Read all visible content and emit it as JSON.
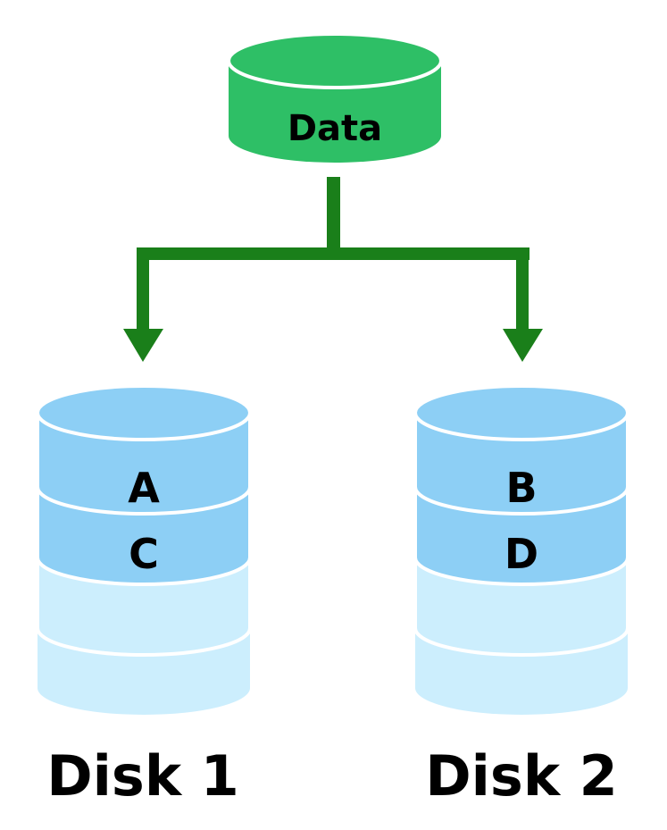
{
  "source": {
    "label": "Data",
    "color": "#2ebf66"
  },
  "arrow_color": "#1a7f1a",
  "disks": [
    {
      "name": "Disk 1",
      "segments": [
        {
          "label": "A",
          "color": "#8dcff5"
        },
        {
          "label": "C",
          "color": "#8dcff5"
        },
        {
          "label": "",
          "color": "#cceefd"
        },
        {
          "label": "",
          "color": "#cceefd"
        }
      ]
    },
    {
      "name": "Disk 2",
      "segments": [
        {
          "label": "B",
          "color": "#8dcff5"
        },
        {
          "label": "D",
          "color": "#8dcff5"
        },
        {
          "label": "",
          "color": "#cceefd"
        },
        {
          "label": "",
          "color": "#cceefd"
        }
      ]
    }
  ]
}
